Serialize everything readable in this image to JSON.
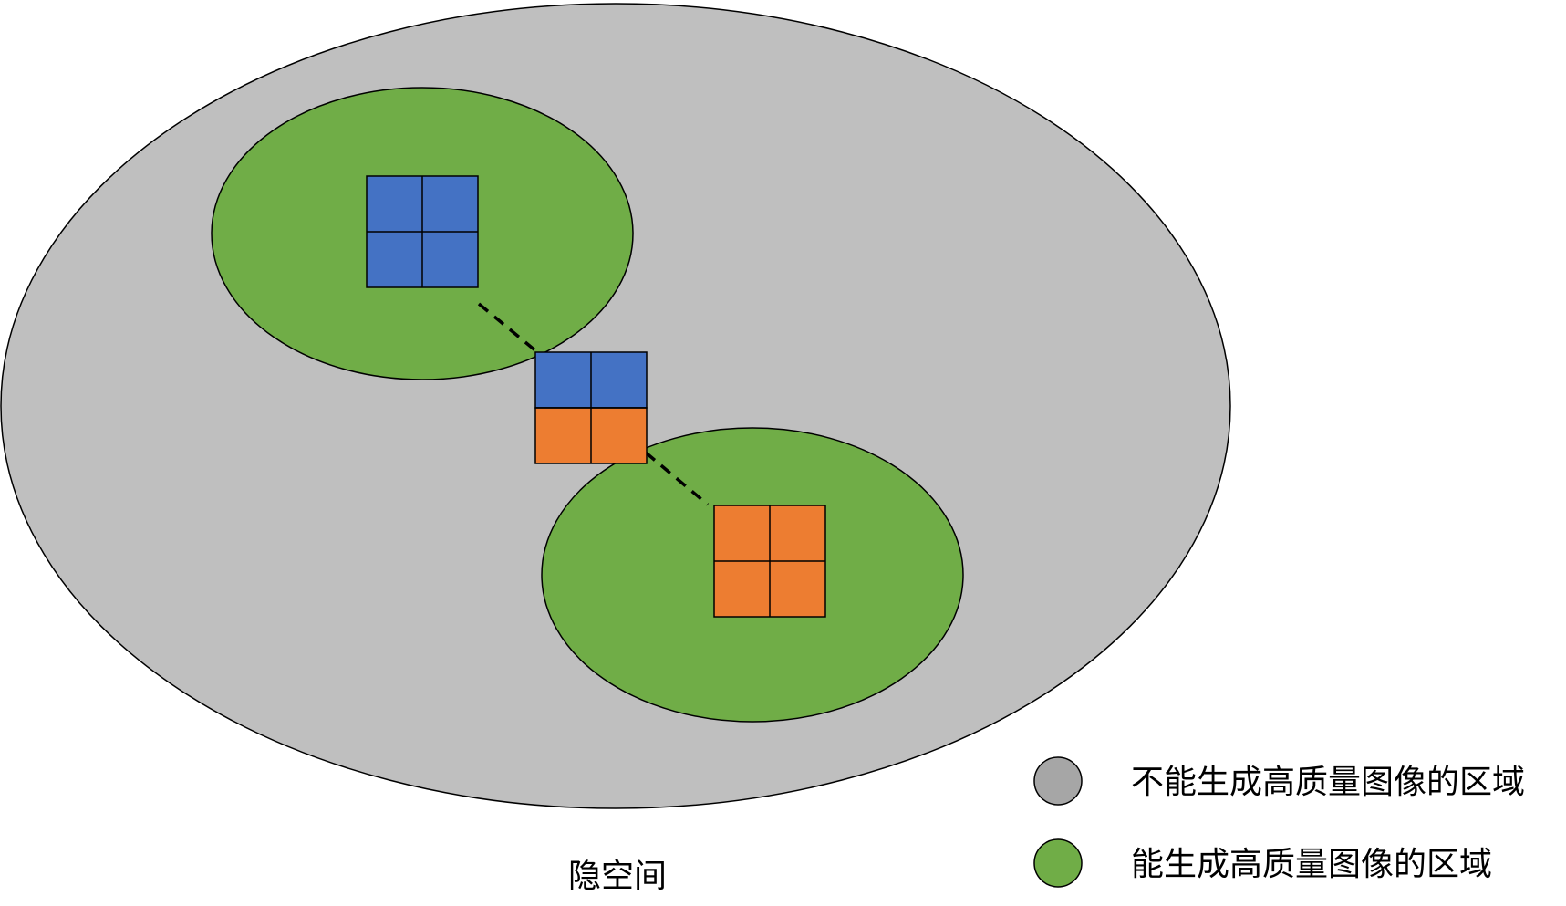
{
  "diagram": {
    "space_label": "隐空间",
    "legend": [
      {
        "label": "不能生成高质量图像的区域",
        "color": "#a6a6a6"
      },
      {
        "label": "能生成高质量图像的区域",
        "color": "#70ad47"
      }
    ],
    "colors": {
      "latent_space_fill": "#bfbfbf",
      "good_region_fill": "#70ad47",
      "blue_block": "#4472c4",
      "orange_block": "#ed7d31",
      "outline": "#000000"
    }
  }
}
